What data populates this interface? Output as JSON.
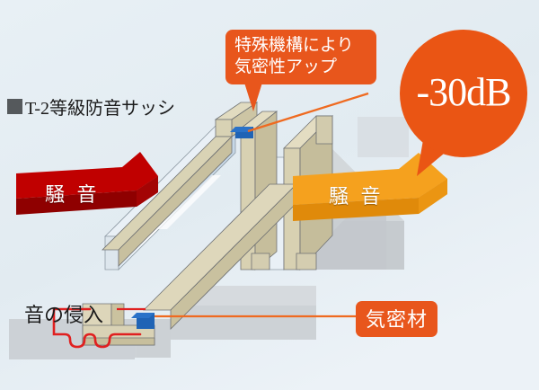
{
  "figure": {
    "kind": "cross-section-diagram",
    "background_color": "#e4edf2",
    "title": {
      "bullet": "filled-square",
      "text": "T-2等級防音サッシ"
    }
  },
  "callout": {
    "line1": "特殊機構により",
    "line2": "気密性アップ",
    "color": "#e8561c",
    "points_to": "airtight-seal-head"
  },
  "badge": {
    "value": "-30dB",
    "color": "#ea5514"
  },
  "arrows": {
    "incoming": {
      "label": "騒 音",
      "color": "#c00000",
      "side_color": "#8f0000",
      "direction": "right"
    },
    "outgoing": {
      "label": "騒 音",
      "color": "#f5a11e",
      "side_color": "#e08a0a",
      "direction": "right"
    }
  },
  "annotations": {
    "sound_entry": {
      "text": "音の侵入",
      "line_color": "#e02020"
    },
    "airtight_material": {
      "text": "気密材",
      "color": "#e8561c",
      "line_color": "#ef6a20"
    }
  },
  "sash": {
    "frame_color": "#d6cfae",
    "frame_shade": "#c3bb98",
    "frame_light": "#e3ddc2",
    "glass_color": "#cfe0ee",
    "glass_highlight": "#ffffff",
    "wall_color": "#cfd3d6",
    "wall_shade": "#bcc1c5",
    "seal_color": "#1f63b5",
    "outline_color": "#6d6f72",
    "components": [
      {
        "name": "outer-glass-pane",
        "type": "glass"
      },
      {
        "name": "inner-glass-pane",
        "type": "glass"
      },
      {
        "name": "outer-sash-frame",
        "type": "frame"
      },
      {
        "name": "inner-sash-frame",
        "type": "frame"
      },
      {
        "name": "center-mullion",
        "type": "frame"
      },
      {
        "name": "sill-frame",
        "type": "frame"
      },
      {
        "name": "airtight-seal-head",
        "type": "seal"
      },
      {
        "name": "airtight-seal-sill",
        "type": "seal"
      },
      {
        "name": "wall-structure",
        "type": "wall"
      }
    ]
  }
}
